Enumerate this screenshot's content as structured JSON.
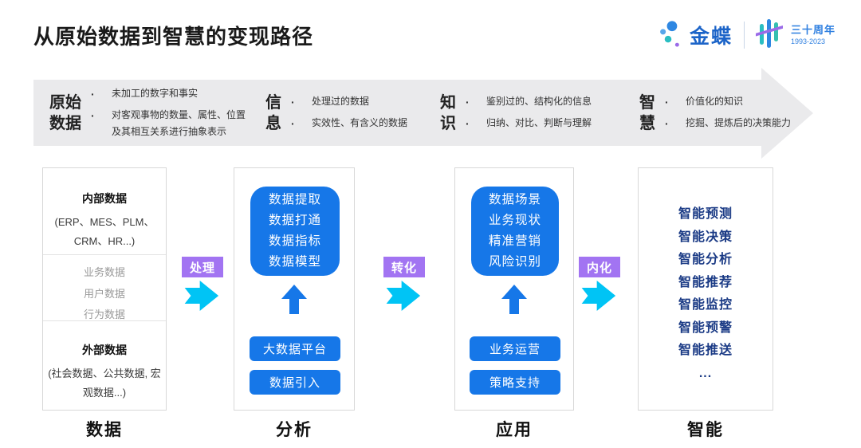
{
  "page": {
    "title": "从原始数据到智慧的变现路径"
  },
  "logo": {
    "brand": "金蝶",
    "anniversary": "三十周年",
    "years": "1993-2023"
  },
  "colors": {
    "accent_blue": "#1677E8",
    "cyan": "#00C4F5",
    "purple": "#A274F2",
    "navy": "#1A3A85",
    "banner_gray": "#EAEAEC"
  },
  "banner": {
    "stages": [
      {
        "term": "原始\n数据",
        "points": [
          "未加工的数字和事实",
          "对客观事物的数量、属性、位置及其相互关系进行抽象表示"
        ]
      },
      {
        "term": "信\n息",
        "points": [
          "处理过的数据",
          "实效性、有含义的数据"
        ]
      },
      {
        "term": "知\n识",
        "points": [
          "鉴别过的、结构化的信息",
          "归纳、对比、判断与理解"
        ]
      },
      {
        "term": "智\n慧",
        "points": [
          "价值化的知识",
          "挖掘、提炼后的决策能力"
        ]
      }
    ]
  },
  "connectors": [
    {
      "label": "处理"
    },
    {
      "label": "转化"
    },
    {
      "label": "内化"
    }
  ],
  "columns": {
    "data": {
      "internal_title": "内部数据",
      "internal_subtitle": "(ERP、MES、PLM、CRM、HR...)",
      "middle_items": [
        "业务数据",
        "用户数据",
        "行为数据"
      ],
      "external_title": "外部数据",
      "external_subtitle": "(社会数据、公共数据, 宏观数据...)",
      "footer": "数据"
    },
    "analysis": {
      "box_lines": [
        "数据提取",
        "数据打通",
        "数据指标",
        "数据模型"
      ],
      "buttons": [
        "大数据平台",
        "数据引入"
      ],
      "footer": "分析"
    },
    "application": {
      "box_lines": [
        "数据场景",
        "业务现状",
        "精准营销",
        "风险识别"
      ],
      "buttons": [
        "业务运营",
        "策略支持"
      ],
      "footer": "应用"
    },
    "intelligence": {
      "items": [
        "智能预测",
        "智能决策",
        "智能分析",
        "智能推荐",
        "智能监控",
        "智能预警",
        "智能推送",
        "..."
      ],
      "footer": "智能"
    }
  }
}
